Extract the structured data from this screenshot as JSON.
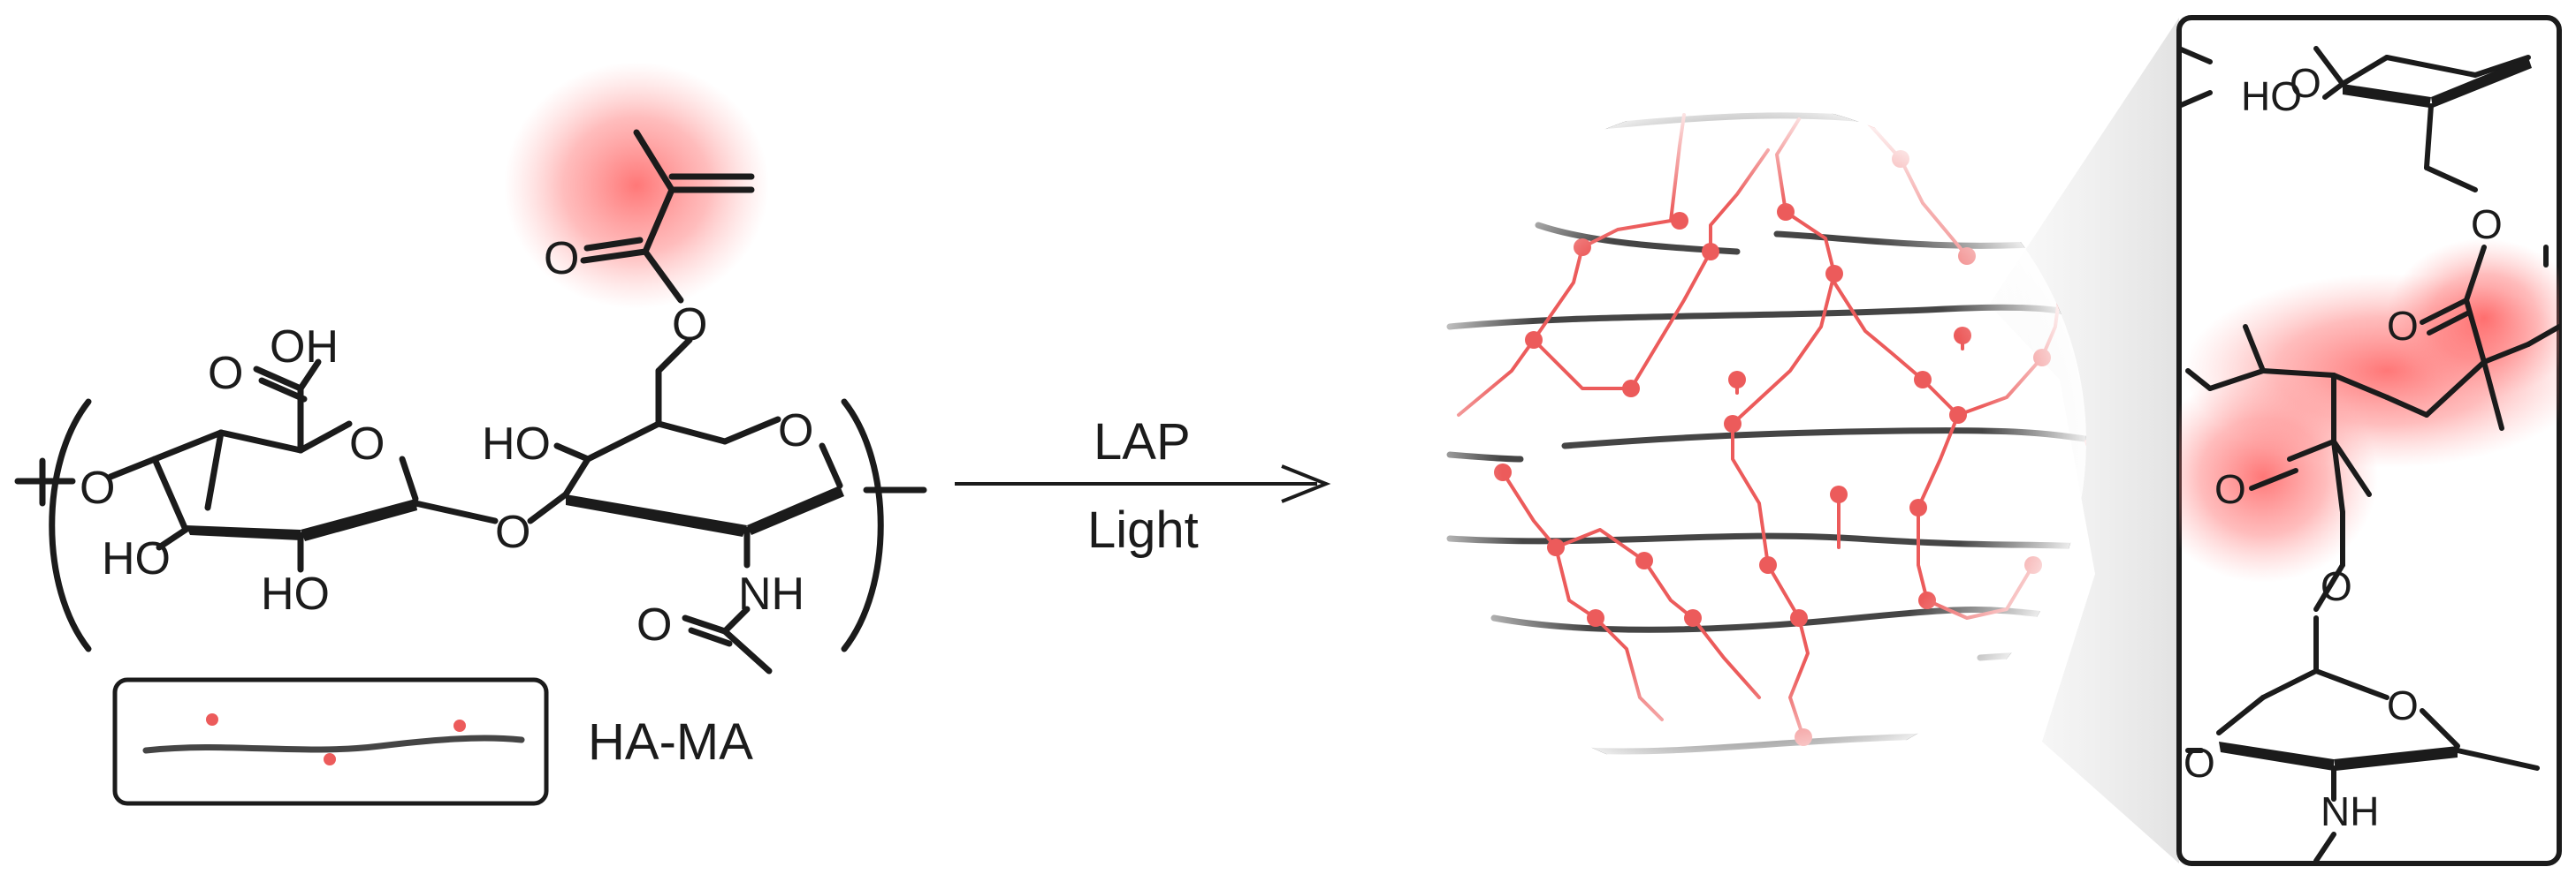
{
  "colors": {
    "bond": "#1b1b1b",
    "strand": "#454545",
    "methacrylate_highlight": "#ff5a5a",
    "crosslink": "#ec5b5b",
    "zoom_cone": "#dedede",
    "background": "#ffffff"
  },
  "left_structure": {
    "atoms": {
      "carbonyl_o_ma": "O",
      "ester_o_ma": "O",
      "oh_top": "OH",
      "carbonyl_o_glca": "O",
      "ring_o_1": "O",
      "ring_o_2": "O",
      "link_o_left": "O",
      "link_o_mid": "O",
      "ho_glca_1": "HO",
      "ho_glca_2": "HO",
      "ho_glcnac": "HO",
      "nh": "NH",
      "amide_o": "O"
    },
    "legend_label": "HA-MA"
  },
  "arrow": {
    "reagent": "LAP",
    "condition": "Light"
  },
  "inset_structure": {
    "atoms": {
      "ring_o_top": "O",
      "ho_top": "HO",
      "ester_o_top": "O",
      "carbonyl_o_top": "O",
      "carbonyl_o_bottom": "O",
      "ester_o_bottom": "O",
      "ring_o_bottom": "O",
      "link_o_bottom": "O",
      "nh_bottom": "NH"
    }
  }
}
